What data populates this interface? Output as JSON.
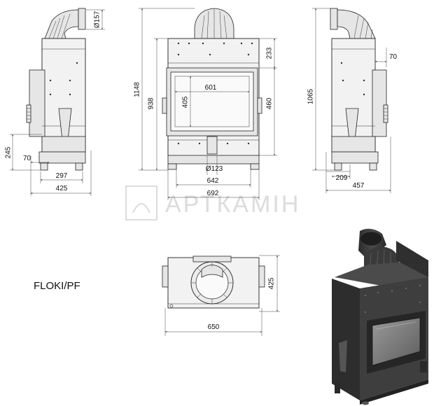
{
  "model": "FLOKI/PF",
  "watermark": "АРТКАМІН",
  "front_view": {
    "overall_height": "1148",
    "opening_height": "938",
    "top_section": "233",
    "door_height": "460",
    "glass_width": "601",
    "glass_height": "405",
    "outlet_diameter": "Ø123",
    "inner_width": "642",
    "overall_width": "692"
  },
  "left_view": {
    "flue_diameter": "Ø157",
    "foot_height": "245",
    "foot_offset": "70",
    "depth_inner": "297",
    "depth_overall": "425"
  },
  "right_view": {
    "overall_height": "1065",
    "offset": "70",
    "base_depth": "209",
    "depth_overall": "457"
  },
  "top_view": {
    "depth": "425",
    "width": "650"
  },
  "colors": {
    "line": "#222222",
    "body": "#f2f2f2",
    "render_dark": "#3a3a3a",
    "watermark": "#d9d9d9"
  }
}
